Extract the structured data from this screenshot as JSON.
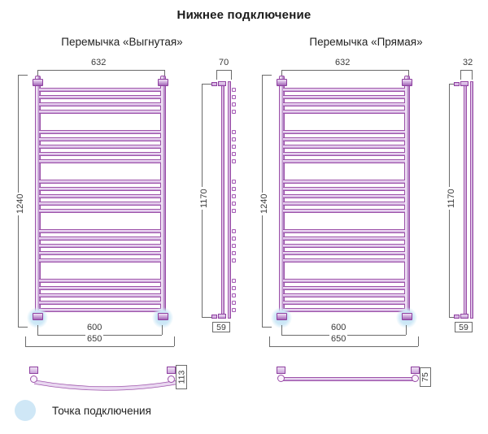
{
  "title": "Нижнее подключение",
  "panels": [
    {
      "id": "left",
      "subtitle": "Перемычка «Выгнутая»",
      "front": {
        "width_label": "632",
        "height_label": "1240",
        "inner_label": "600",
        "outer_label": "650"
      },
      "side": {
        "depth_label": "70",
        "height_label": "1170",
        "foot_label": "59"
      },
      "plan": {
        "offset_label": "113",
        "shape": "curved"
      }
    },
    {
      "id": "right",
      "subtitle": "Перемычка «Прямая»",
      "front": {
        "width_label": "632",
        "height_label": "1240",
        "inner_label": "600",
        "outer_label": "650"
      },
      "side": {
        "depth_label": "32",
        "height_label": "1170",
        "foot_label": "59"
      },
      "plan": {
        "offset_label": "75",
        "shape": "straight"
      }
    }
  ],
  "legend": {
    "label": "Точка подключения",
    "swatch_color": "#cfe7f6"
  },
  "colors": {
    "tube_outline": "#9b4fa8",
    "tube_fill": "#dcc0e7",
    "dimension_line": "#6b6b6b",
    "text": "#222222",
    "connection_glow": "#cfe7f6",
    "background": "#ffffff"
  },
  "rung_groups": [
    4,
    5,
    5,
    5,
    5
  ],
  "icons": {
    "connection_point": "connection-point-icon"
  }
}
